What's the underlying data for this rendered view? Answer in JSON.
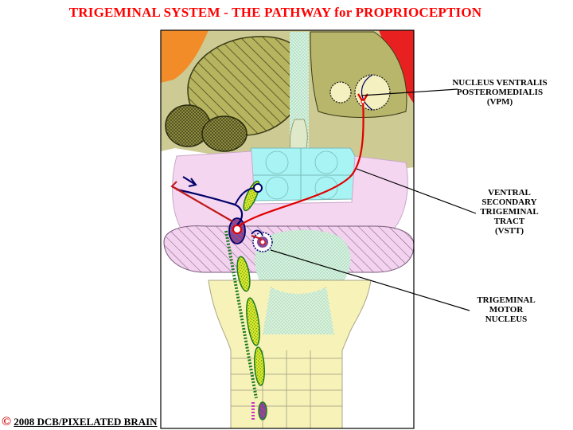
{
  "title": "TRIGEMINAL SYSTEM - THE PATHWAY for PROPRIOCEPTION",
  "labels": {
    "vpm": [
      "NUCLEUS VENTRALIS",
      "POSTEROMEDIALIS",
      "(VPM)"
    ],
    "vstt": [
      "VENTRAL",
      "SECONDARY",
      "TRIGEMINAL",
      "TRACT",
      "(VSTT)"
    ],
    "motor": [
      "TRIGEMINAL",
      "MOTOR",
      "NUCLEUS"
    ]
  },
  "copyright": {
    "symbol": "©",
    "text": "2008  DCB/PIXELATED BRAIN"
  },
  "colors": {
    "pathway_red": "#e00000",
    "afferent_blue": "#00006a",
    "tract_green": "#1f7a1f",
    "nucleus_yellow": "#ddee44",
    "pons_pink": "#f4d6f0",
    "thalamus_olive": "#c6c488",
    "ventricle_cyan": "#a8f4f4",
    "medulla_yellow": "#f7f3b8"
  }
}
